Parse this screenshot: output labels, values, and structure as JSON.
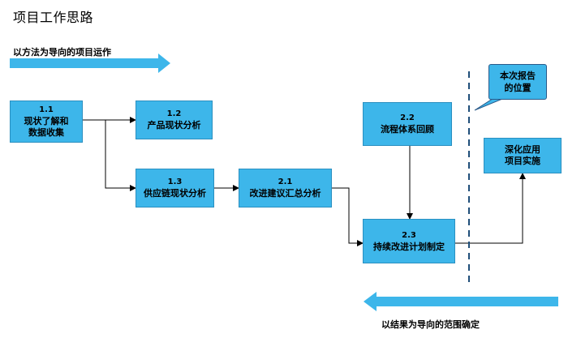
{
  "title": "项目工作思路",
  "top_arrow_label": "以方法为导向的项目运作",
  "bottom_arrow_label": "以结果为导向的范围确定",
  "callout": {
    "line1": "本次报告",
    "line2": "的位置"
  },
  "boxes": {
    "b11": {
      "num": "1.1",
      "line1": "现状了解和",
      "line2": "数据收集"
    },
    "b12": {
      "num": "1.2",
      "line1": "产品现状分析"
    },
    "b13": {
      "num": "1.3",
      "line1": "供应链现状分析"
    },
    "b21": {
      "num": "2.1",
      "line1": "改进建议汇总分析"
    },
    "b22": {
      "num": "2.2",
      "line1": "流程体系回顾"
    },
    "b23": {
      "num": "2.3",
      "line1": "持续改进计划制定"
    },
    "b_deep": {
      "line1": "深化应用",
      "line2": "项目实施"
    }
  },
  "colors": {
    "box_fill": "#3db6ea",
    "arrow_fill": "#3db6ea",
    "line": "#000000"
  }
}
